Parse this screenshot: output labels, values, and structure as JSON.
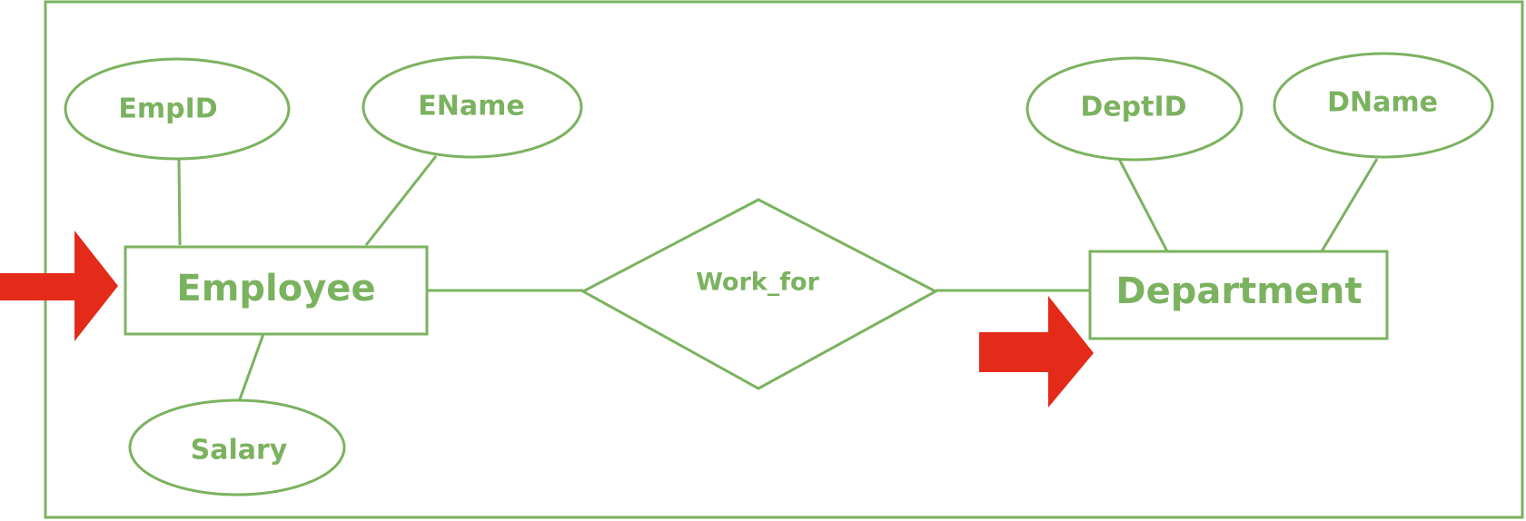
{
  "colors": {
    "diagram_green": "#7bb25f",
    "arrow_red": "#e42a18",
    "background": "#ffffff"
  },
  "entities": {
    "employee": "Employee",
    "department": "Department"
  },
  "relationship": {
    "work_for": "Work_for"
  },
  "attributes": {
    "empid": "EmpID",
    "ename": "EName",
    "salary": "Salary",
    "deptid": "DeptID",
    "dname": "DName"
  },
  "markers": [
    "right-arrow",
    "right-arrow"
  ]
}
